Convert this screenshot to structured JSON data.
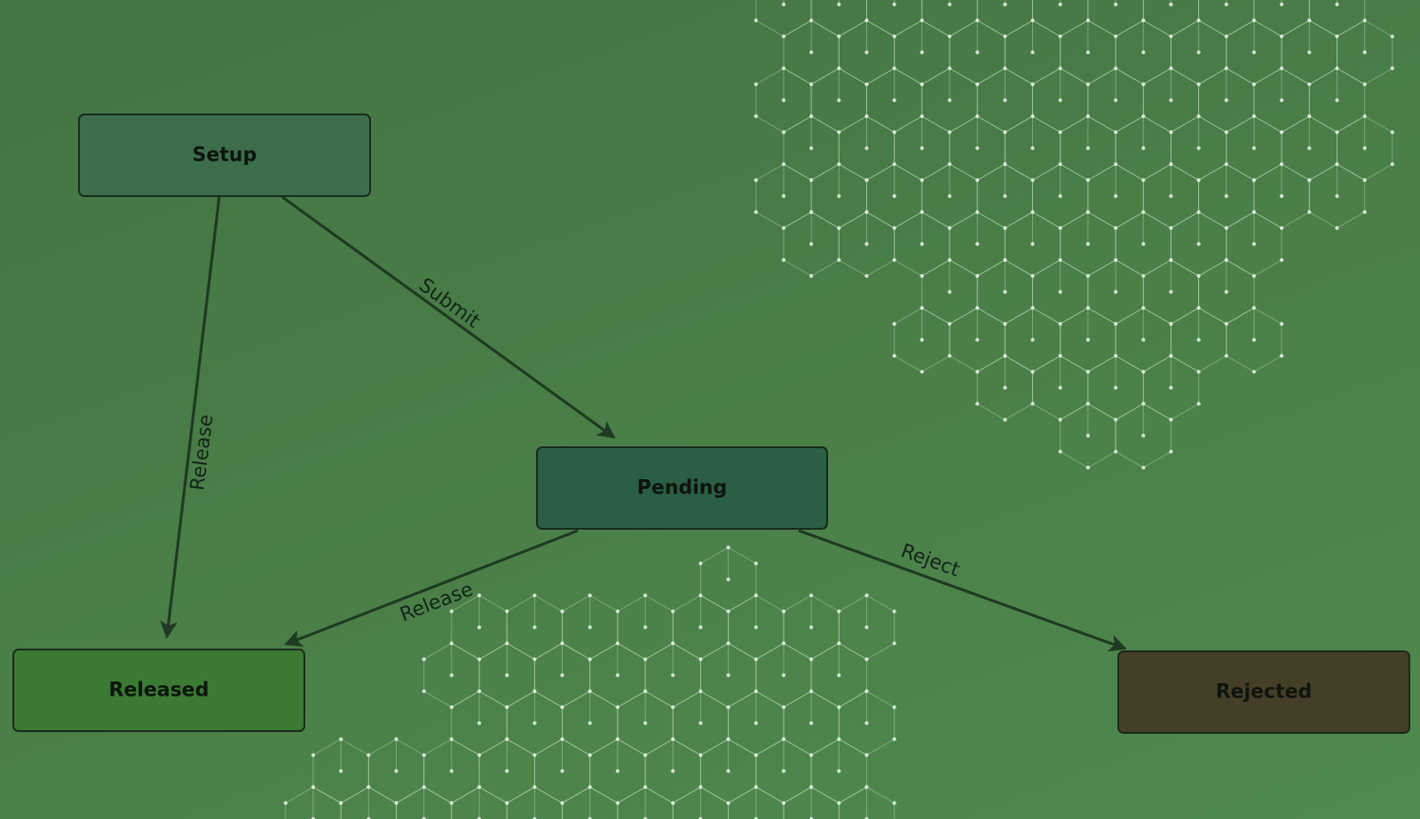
{
  "diagram": {
    "nodes": [
      {
        "id": "setup",
        "label": "Setup",
        "fill": "#3c6e4c"
      },
      {
        "id": "pending",
        "label": "Pending",
        "fill": "#2a5e45"
      },
      {
        "id": "released",
        "label": "Released",
        "fill": "#3a7a32"
      },
      {
        "id": "rejected",
        "label": "Rejected",
        "fill": "#463f28"
      }
    ],
    "edges": [
      {
        "id": "setup-to-pending",
        "from": "setup",
        "to": "pending",
        "label": "Submit"
      },
      {
        "id": "setup-to-released",
        "from": "setup",
        "to": "released",
        "label": "Release"
      },
      {
        "id": "pending-to-released",
        "from": "pending",
        "to": "released",
        "label": "Release"
      },
      {
        "id": "pending-to-rejected",
        "from": "pending",
        "to": "rejected",
        "label": "Reject"
      }
    ],
    "colors": {
      "edge": "#1f3a22",
      "background": "#4a8048"
    }
  }
}
